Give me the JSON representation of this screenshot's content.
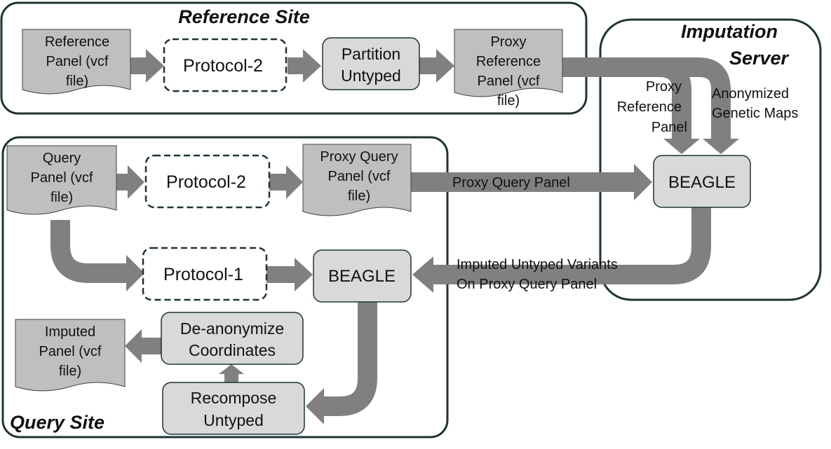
{
  "colors": {
    "region_border": "#1e3333",
    "box_fill": "#d9d9d9",
    "doc_fill": "#bfbfbf",
    "arrow": "#808080",
    "protocol_border": "#1e3333"
  },
  "regions": {
    "reference_site": "Reference Site",
    "imputation_server_line1": "Imputation",
    "imputation_server_line2": "Server",
    "query_site": "Query Site"
  },
  "reference": {
    "panel_doc": [
      "Reference",
      "Panel (vcf",
      "file)"
    ],
    "protocol2": "Protocol-2",
    "partition": [
      "Partition",
      "Untyped"
    ],
    "proxy_ref_doc": [
      "Proxy",
      "Reference",
      "Panel (vcf",
      "file)"
    ]
  },
  "server": {
    "proxy_ref_label": [
      "Proxy",
      "Reference",
      "Panel"
    ],
    "anon_maps_label": [
      "Anonymized",
      "Genetic Maps"
    ],
    "beagle": "BEAGLE"
  },
  "query": {
    "panel_doc": [
      "Query",
      "Panel (vcf",
      "file)"
    ],
    "protocol2": "Protocol-2",
    "proxy_query_doc": [
      "Proxy Query",
      "Panel (vcf",
      "file)"
    ],
    "proxy_query_arrow_label": "Proxy Query Panel",
    "protocol1": "Protocol-1",
    "beagle": "BEAGLE",
    "imputed_arrow_label": [
      "Imputed Untyped Variants",
      "On Proxy Query Panel"
    ],
    "deanon": [
      "De-anonymize",
      "Coordinates"
    ],
    "recompose": [
      "Recompose",
      "Untyped"
    ],
    "imputed_doc": [
      "Imputed",
      "Panel (vcf",
      "file)"
    ]
  }
}
